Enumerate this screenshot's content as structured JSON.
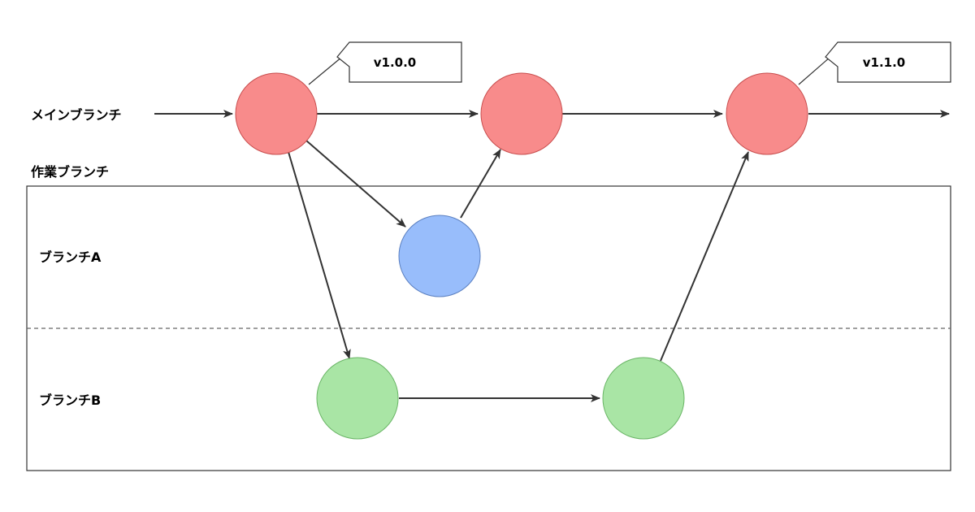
{
  "labels": {
    "main_branch": "メインブランチ",
    "work_branch": "作業ブランチ",
    "branch_a": "ブランチA",
    "branch_b": "ブランチB"
  },
  "tags": {
    "tag_1": "v1.0.0",
    "tag_2": "v1.1.0"
  },
  "colors": {
    "main_fill": "#f88b8b",
    "main_stroke": "#c84d4d",
    "branch_a_fill": "#98bdfb",
    "branch_a_stroke": "#5a7fc0",
    "branch_b_fill": "#a9e5a5",
    "branch_b_stroke": "#6ab566",
    "edge": "#333333"
  }
}
